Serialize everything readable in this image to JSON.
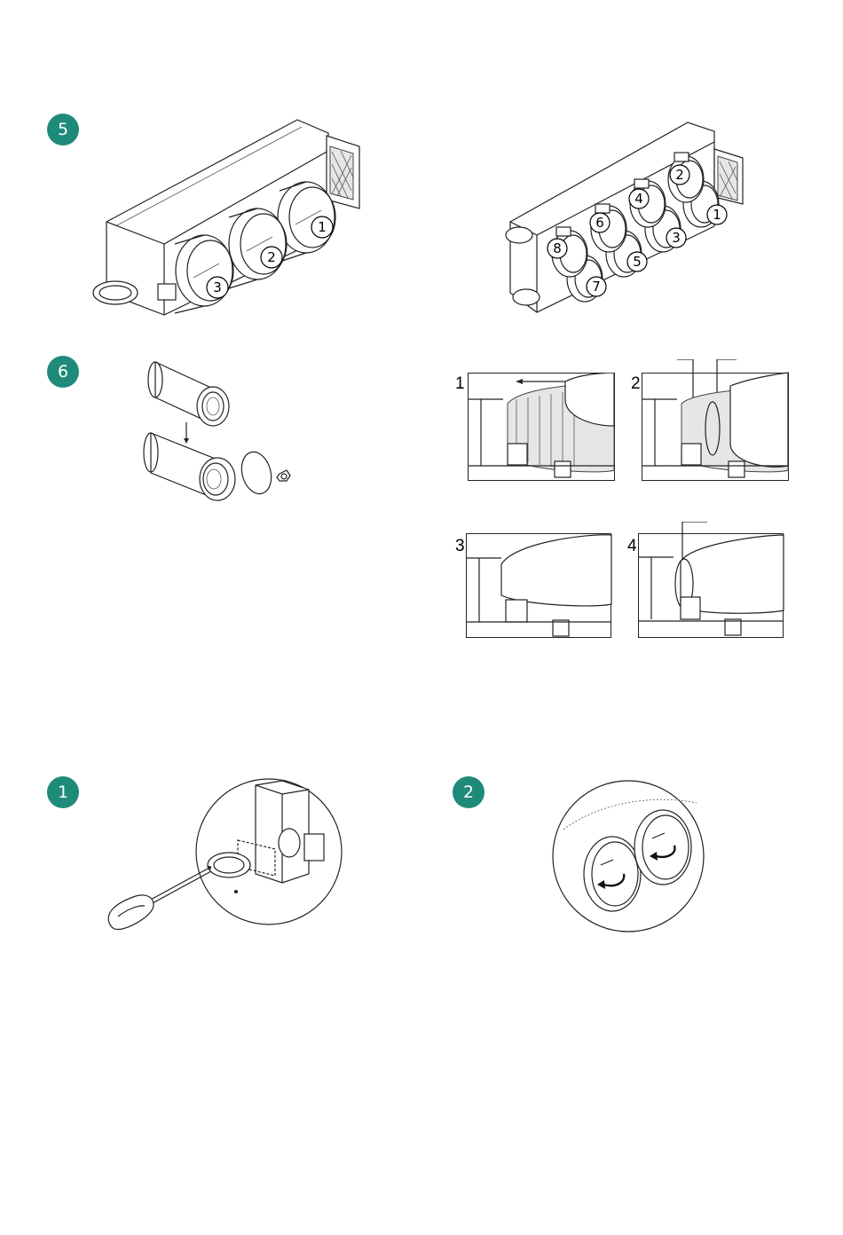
{
  "badges": {
    "step5": "5",
    "step6": "6",
    "step1": "1",
    "step2": "2"
  },
  "plenum3": {
    "outlets": [
      "1",
      "2",
      "3"
    ]
  },
  "plenum8": {
    "outlets": [
      "1",
      "2",
      "3",
      "4",
      "5",
      "6",
      "7",
      "8"
    ]
  },
  "panels": {
    "p1": "1",
    "p2": "2",
    "p3": "3",
    "p4": "4"
  },
  "colors": {
    "badge": "#1e8a7a",
    "line": "#222222"
  }
}
